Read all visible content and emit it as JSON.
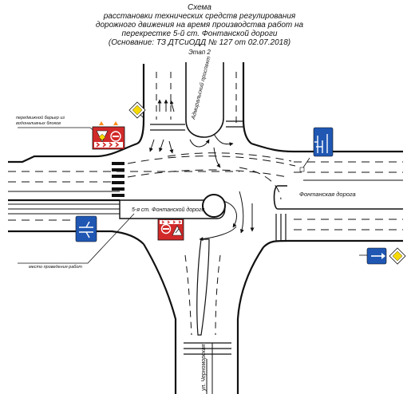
{
  "header": {
    "title": "Схема",
    "line1": "расстановки технических средств регулирования",
    "line2": "дорожного движения на время производства работ  на",
    "line3": "перекрестке 5-й ст. Фонтанской дороги",
    "line4": "(Основание: ТЗ ДТСиОДД № 127 от 02.07.2018)",
    "stage": "Этап 2"
  },
  "labels": {
    "barrier_note_1": "передвижной барьер из",
    "barrier_note_2": "водоналивных блоков",
    "admiral_avenue": "Адмиральский проспект",
    "fontanskaya_road": "Фонтанская дорога",
    "station_5_fontanskaya": "5-я ст. Фонтанской дороги",
    "work_site": "место проведения работ",
    "chornomorskaya_street": "ул. Черноморская"
  },
  "colors": {
    "sign_blue": "#1f57b3",
    "sign_red": "#d22a2a",
    "sign_yellow": "#f6d900",
    "sign_orange": "#ff8c1a",
    "line": "#111111"
  },
  "icons": {
    "priority_road": "priority-road-icon",
    "lane_direction": "lane-direction-icon",
    "no_entry": "no-entry-icon",
    "road_works": "road-works-icon",
    "yield": "yield-icon",
    "turn_chevrons": "turn-chevrons-icon"
  }
}
